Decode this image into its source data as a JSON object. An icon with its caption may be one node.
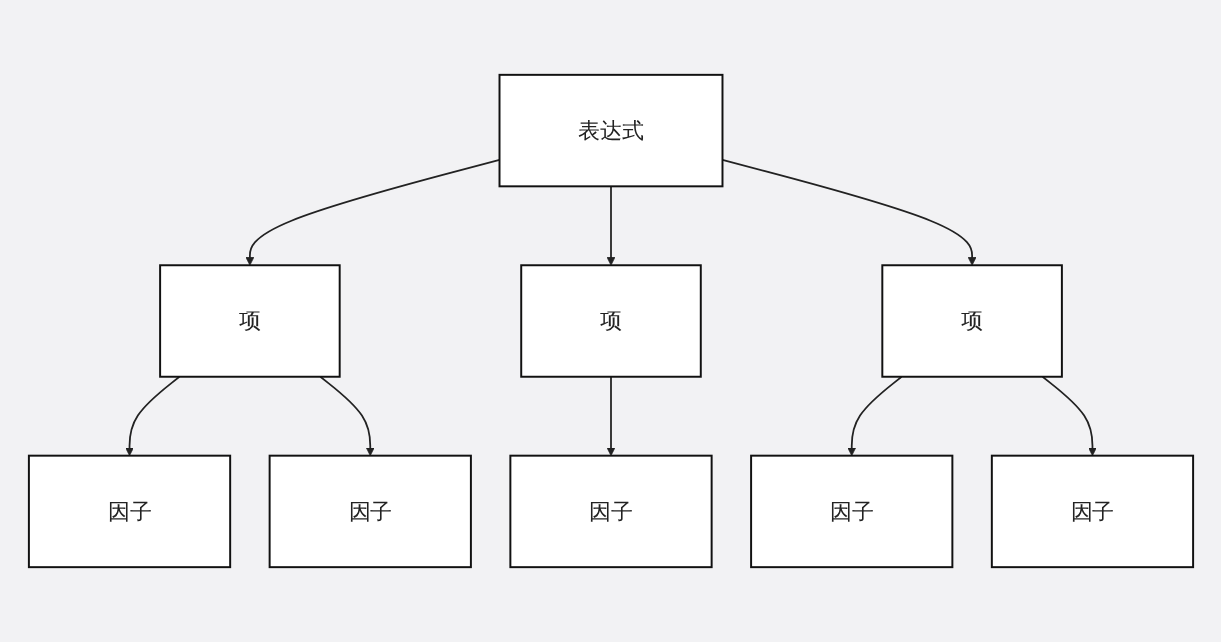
{
  "diagram": {
    "nodes": [
      {
        "text": [
          "表达式"
        ]
      },
      {
        "text": [
          "项"
        ]
      },
      {
        "text": [
          "项"
        ]
      },
      {
        "text": [
          "项"
        ]
      },
      {
        "text": [
          "因子"
        ]
      },
      {
        "text": [
          "因子"
        ]
      },
      {
        "text": [
          "因子"
        ]
      },
      {
        "text": [
          "因子"
        ]
      },
      {
        "text": [
          "因子"
        ]
      }
    ],
    "edges": [
      {
        "from": 0,
        "to": 1,
        "arrow": "to"
      },
      {
        "from": 0,
        "to": 2,
        "arrow": "to"
      },
      {
        "from": 0,
        "to": 3,
        "arrow": "to"
      },
      {
        "from": 1,
        "to": 4,
        "arrow": "to"
      },
      {
        "from": 1,
        "to": 5,
        "arrow": "to"
      },
      {
        "from": 2,
        "to": 6,
        "arrow": "to"
      },
      {
        "from": 3,
        "to": 7,
        "arrow": "to"
      },
      {
        "from": 3,
        "to": 8,
        "arrow": "to"
      }
    ]
  }
}
